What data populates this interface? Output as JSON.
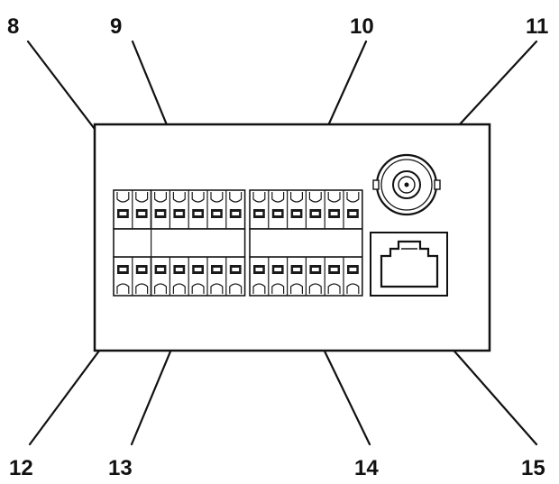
{
  "diagram": {
    "callouts": [
      {
        "id": "8",
        "label": "8"
      },
      {
        "id": "9",
        "label": "9"
      },
      {
        "id": "10",
        "label": "10"
      },
      {
        "id": "11",
        "label": "11"
      },
      {
        "id": "12",
        "label": "12"
      },
      {
        "id": "13",
        "label": "13"
      },
      {
        "id": "14",
        "label": "14"
      },
      {
        "id": "15",
        "label": "15"
      }
    ],
    "components": {
      "terminal_block_top_left_pins": 2,
      "terminal_block_top_mid_pins": 5,
      "terminal_block_top_right_pins": 6,
      "terminal_block_bottom_left_pins": 2,
      "terminal_block_bottom_mid_pins": 5,
      "terminal_block_bottom_right_pins": 6,
      "icons": [
        "bnc-connector-icon",
        "rj45-port-icon"
      ]
    },
    "colors": {
      "ink": "#111111",
      "background": "#ffffff"
    }
  }
}
